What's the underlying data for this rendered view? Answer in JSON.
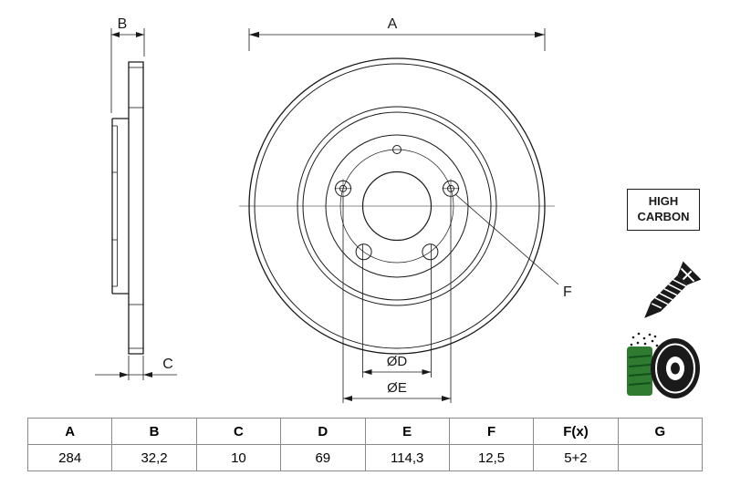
{
  "drawing": {
    "dimension_labels": {
      "a": "A",
      "b": "B",
      "c": "C",
      "d": "ØD",
      "e": "ØE",
      "f": "F"
    },
    "badge": {
      "line1": "HIGH",
      "line2": "CARBON"
    },
    "icons": [
      "screw-icon",
      "coated-disc-icon",
      "high-carbon-badge"
    ]
  },
  "table": {
    "headers": [
      "A",
      "B",
      "C",
      "D",
      "E",
      "F",
      "F(x)",
      "G"
    ],
    "values": [
      "284",
      "32,2",
      "10",
      "69",
      "114,3",
      "12,5",
      "5+2",
      ""
    ]
  },
  "colors": {
    "line": "#1a1a1a",
    "green": "#2f7c31",
    "green_dark": "#14501a",
    "table_border": "#8a8a8a"
  }
}
